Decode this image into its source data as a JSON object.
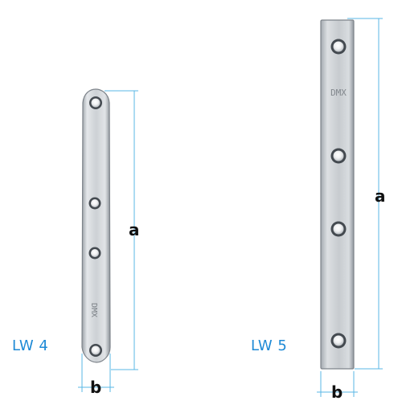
{
  "products": [
    {
      "label": "LW 4",
      "dim_a": "a",
      "dim_b": "b",
      "engraving": "DMX",
      "hole_count": 4
    },
    {
      "label": "LW 5",
      "dim_a": "a",
      "dim_b": "b",
      "engraving": "DMX",
      "hole_count": 4
    }
  ],
  "colors": {
    "label_blue": "#1e8ad6",
    "dimension_line": "#58b7e6",
    "metal_light": "#e6e8ea",
    "metal_mid": "#c3c7cb",
    "metal_dark": "#8f959b",
    "hole_dark": "#3b3f44"
  }
}
